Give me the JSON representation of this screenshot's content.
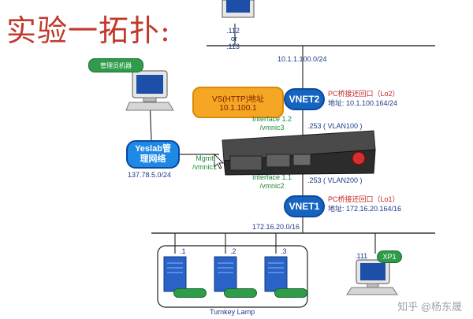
{
  "title": "实验一拓扑:",
  "top_host": {
    "ip_lines": [
      ".112",
      "or",
      ".113"
    ]
  },
  "admin_host": {
    "label": "管理员机器"
  },
  "top_network": {
    "address": "10.1.1.100.0/24"
  },
  "vs_box": {
    "line1": "VS(HTTP)地址",
    "line2": "10.1.100.1"
  },
  "vnet2": {
    "label": "VNET2",
    "bridge_label": "PC桥接还回口（Lo2）",
    "bridge_address": "地址: 10.1.100.164/24"
  },
  "interface_12": {
    "line1": "Interface 1.2",
    "line2": "/vmnic3"
  },
  "vlan100": ".253 ( VLAN100 )",
  "yeslab": {
    "line1": "Yeslab管",
    "line2": "理网络",
    "network": "137.78.5.0/24"
  },
  "mgmt": {
    "line1": "Mgmt",
    "line2": "/vmnic1"
  },
  "interface_11": {
    "line1": "Interface 1.1",
    "line2": "/vmnic2"
  },
  "vlan200": ".253 ( VLAN200 )",
  "vnet1": {
    "label": "VNET1",
    "bridge_label": "PC桥接还回口（Lo1）",
    "bridge_address": "地址: 172.16.20.164/16"
  },
  "bottom_network": {
    "address": "172.16.20.0/16"
  },
  "servers": [
    {
      "ip": ".1"
    },
    {
      "ip": ".2"
    },
    {
      "ip": ".3"
    }
  ],
  "turnkey": "Turnkey Lamp",
  "xp": {
    "ip": ".111",
    "label": "XP1"
  },
  "watermark": "知乎 @杨东晟",
  "colors": {
    "title": "#c0392b",
    "vnet": "#1565c0",
    "vs": "#f5a623",
    "green_label": "#2e9c4a",
    "line": "#333333"
  }
}
